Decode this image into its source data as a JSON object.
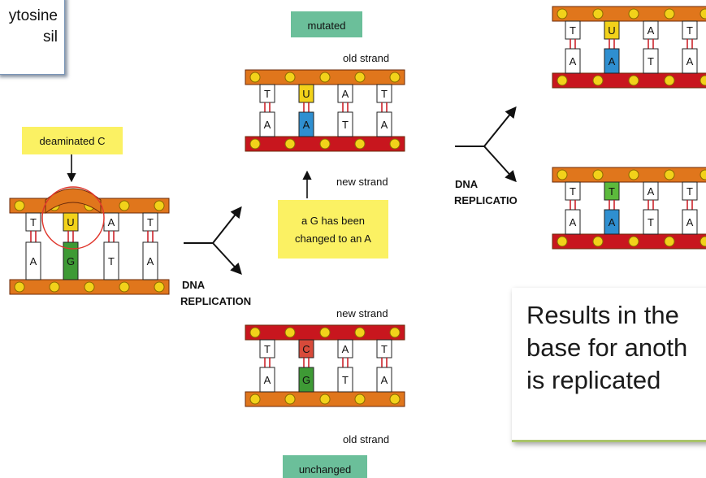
{
  "top_note": {
    "line1": "ytosine",
    "line2": "sil"
  },
  "labels": {
    "mutated": "mutated",
    "unchanged": "unchanged",
    "old_strand": "old strand",
    "new_strand": "new strand",
    "deaminated": "deaminated C",
    "changed_line1": "a G has been",
    "changed_line2": "changed to an A",
    "dna": "DNA",
    "replication": "REPLICATION",
    "replicatio_cut": "REPLICATIO"
  },
  "bases": {
    "T": "T",
    "A": "A",
    "U": "U",
    "G": "G",
    "C": "C"
  },
  "result_note": {
    "line1": "Results in the",
    "line2": "base for anoth",
    "line3": "is replicated"
  },
  "colors": {
    "old_strand": "#e0761c",
    "new_strand": "#c8161e",
    "phosphate": "#f2d21a",
    "base_U": "#f2d21a",
    "base_A_mutant": "#2f8fd0",
    "base_G": "#3e9a35",
    "base_C": "#d84a3a",
    "base_T_green": "#5cba3c",
    "label_bg": "#6bbf9a",
    "note_bg": "#fbf163"
  }
}
